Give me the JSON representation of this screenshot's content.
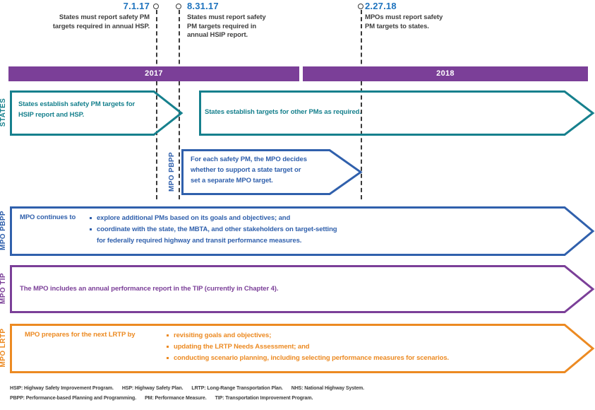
{
  "colors": {
    "teal": "#16808D",
    "blue": "#3060AC",
    "purple": "#7B3F98",
    "orange": "#EC8A22",
    "date_blue": "#1E73BE",
    "text_dark": "#3F3F3F"
  },
  "milestones": [
    {
      "date": "7.1.17",
      "description": "States must report safety PM\ntargets required in annual HSP."
    },
    {
      "date": "8.31.17",
      "description": "States must report safety\nPM targets required in\nannual HSIP report."
    },
    {
      "date": "2.27.18",
      "description": "MPOs must report safety\nPM targets to states."
    }
  ],
  "timeline_years": [
    {
      "label": "2017"
    },
    {
      "label": "2018"
    }
  ],
  "lanes": {
    "states": {
      "label": "STATES",
      "arrow1_text": "States establish safety PM targets for\nHSIP report and HSP.",
      "arrow2_text": "States establish targets for other PMs as required."
    },
    "mpo_decides": {
      "label": "MPO PBPP",
      "text": "For each safety PM, the MPO decides\nwhether to support a state target or\nset a separate MPO target."
    },
    "mpo_pbpp": {
      "label": "MPO PBPP",
      "intro": "MPO continues to",
      "bullets": [
        "explore additional PMs based on its goals and objectives; and",
        "coordinate with the state, the MBTA, and other stakeholders on target-setting\nfor federally required highway and transit performance measures."
      ]
    },
    "mpo_tip": {
      "label": "MPO TIP",
      "text": "The MPO includes an annual performance report in the TIP (currently in Chapter 4)."
    },
    "mpo_lrtp": {
      "label": "MPO LRTP",
      "intro": "MPO prepares for the next LRTP by",
      "bullets": [
        "revisiting goals and objectives;",
        "updating the LRTP Needs Assessment; and",
        "conducting scenario planning, including selecting performance measures for scenarios."
      ]
    }
  },
  "footnotes": {
    "line1": [
      "HSIP: Highway Safety Improvement Program.",
      "HSP: Highway Safety Plan.",
      "LRTP: Long-Range Transportation Plan.",
      "NHS: National Highway System."
    ],
    "line2": [
      "PBPP: Performance-based Planning and Programming.",
      "PM: Performance Measure.",
      "TIP: Transportation Improvement Program."
    ]
  }
}
